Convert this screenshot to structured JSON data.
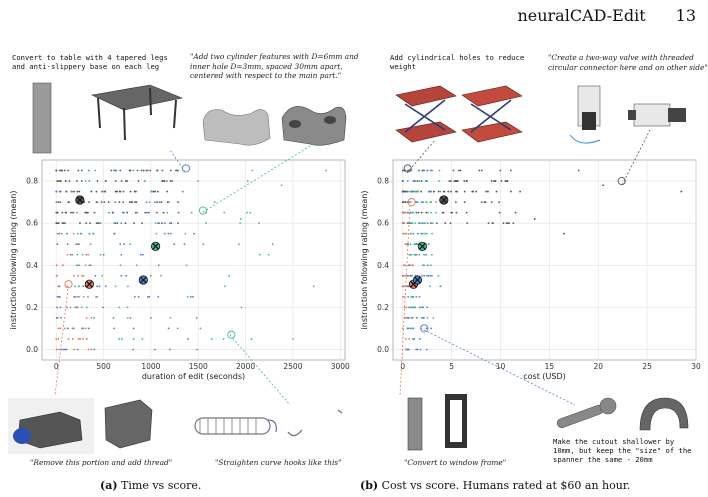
{
  "header": {
    "title": "neuralCAD-Edit",
    "page": "13"
  },
  "captions": {
    "a": {
      "label": "(a)",
      "text": "Time vs score."
    },
    "b": {
      "label": "(b)",
      "text": "Cost vs score. Humans rated at $60 an hour."
    }
  },
  "callouts": {
    "a_top_left": "Convert to table with 4 tapered legs\nand anti-slippery base on each leg",
    "a_top_right": "\"Add two cylinder features with D=6mm and\ninner hole D=3mm, spaced 30mm apart,\ncentered with respect to the main part.\"",
    "a_bottom_left": "\"Remove this portion and add thread\"",
    "a_bottom_right": "\"Straighten curve hooks like this\"",
    "b_top_left": "Add cylindrical holes to reduce\nweight",
    "b_top_right": "\"Create a two-way valve with threaded\ncircular connector here and on other side\"",
    "b_bottom_left": "\"Convert to window frame\"",
    "b_bottom_right": "Make the cutout shallower by\n10mm, but keep the \"size\" of the\nspanner the same - 20mm"
  },
  "chart_data": [
    {
      "type": "scatter",
      "xlabel": "duration of edit (seconds)",
      "ylabel": "instruction following rating (mean)",
      "xlim": [
        -150,
        3050
      ],
      "ylim": [
        -0.05,
        0.9
      ],
      "xticks": [
        "0",
        "500",
        "1000",
        "1500",
        "2000",
        "2500",
        "3000"
      ],
      "yticks": [
        "0.0",
        "0.2",
        "0.4",
        "0.6",
        "0.8"
      ],
      "grid": true,
      "series_colors": [
        "#555555",
        "#e07a60",
        "#4f7fd1",
        "#3fb99a"
      ],
      "centroids": [
        {
          "x": 250,
          "y": 0.71,
          "color": "#555555"
        },
        {
          "x": 350,
          "y": 0.31,
          "color": "#e07a60"
        },
        {
          "x": 920,
          "y": 0.33,
          "color": "#4f7fd1"
        },
        {
          "x": 1050,
          "y": 0.49,
          "color": "#3fb99a"
        }
      ],
      "highlights": [
        {
          "x": 1370,
          "y": 0.86,
          "color": "#4f7fd1"
        },
        {
          "x": 1550,
          "y": 0.66,
          "color": "#3fb99a"
        },
        {
          "x": 130,
          "y": 0.31,
          "color": "#e07a60"
        },
        {
          "x": 1850,
          "y": 0.07,
          "color": "#3fb99a"
        }
      ]
    },
    {
      "type": "scatter",
      "xlabel": "cost (USD)",
      "ylabel": "instruction following rating (mean)",
      "xlim": [
        -1,
        30
      ],
      "ylim": [
        -0.05,
        0.9
      ],
      "xticks": [
        "0",
        "5",
        "10",
        "15",
        "20",
        "25",
        "30"
      ],
      "yticks": [
        "0.0",
        "0.2",
        "0.4",
        "0.6",
        "0.8"
      ],
      "grid": true,
      "series_colors": [
        "#555555",
        "#e07a60",
        "#4f7fd1",
        "#3fb99a"
      ],
      "centroids": [
        {
          "x": 4.2,
          "y": 0.71,
          "color": "#555555"
        },
        {
          "x": 1.1,
          "y": 0.31,
          "color": "#e07a60"
        },
        {
          "x": 1.5,
          "y": 0.33,
          "color": "#4f7fd1"
        },
        {
          "x": 2.0,
          "y": 0.49,
          "color": "#3fb99a"
        }
      ],
      "highlights": [
        {
          "x": 0.5,
          "y": 0.86,
          "color": "#555555"
        },
        {
          "x": 0.9,
          "y": 0.7,
          "color": "#e07a60"
        },
        {
          "x": 22.4,
          "y": 0.8,
          "color": "#555555"
        },
        {
          "x": 2.2,
          "y": 0.1,
          "color": "#4f7fd1"
        }
      ]
    }
  ]
}
